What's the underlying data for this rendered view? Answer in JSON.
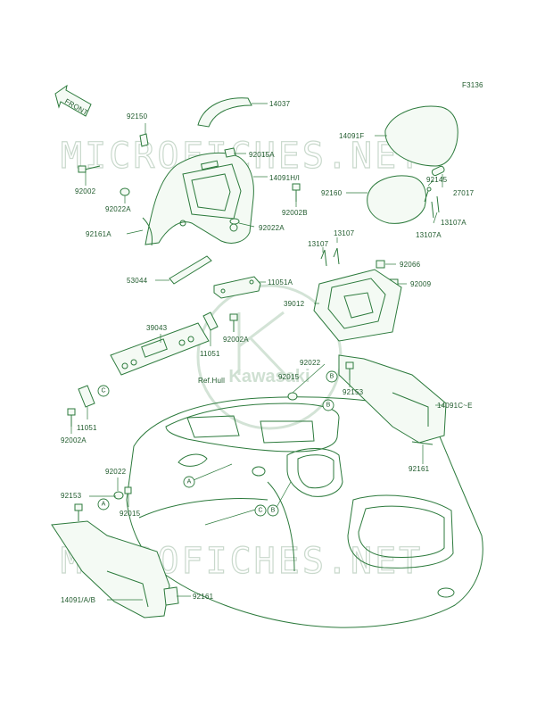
{
  "figure_code": "F3136",
  "front_label": "FRONT",
  "watermark": {
    "text_top": "MICROFICHES.NET",
    "text_bottom": "MICROFICHES.NET",
    "brand": "Kawasaki"
  },
  "reference_note": "Ref.Hull",
  "callouts": [
    "A",
    "B",
    "C"
  ],
  "parts": {
    "p14037": "14037",
    "p92150": "92150",
    "p92015A": "92015A",
    "p14091HI": "14091H/I",
    "p92002": "92002",
    "p92022A_left": "92022A",
    "p92002B": "92002B",
    "p92022A_right": "92022A",
    "p92161A": "92161A",
    "p14091F": "14091F",
    "p92160": "92160",
    "p92145": "92145",
    "p27017": "27017",
    "p13107A_1": "13107A",
    "p13107A_2": "13107A",
    "p13107_1": "13107",
    "p13107_2": "13107",
    "p92066": "92066",
    "p92009": "92009",
    "p39012": "39012",
    "p53044": "53044",
    "p11051A": "11051A",
    "p39043": "39043",
    "p92002A_mid": "92002A",
    "p11051_mid": "11051",
    "p92022_mid": "92022",
    "p92015_mid": "92015",
    "p92153_mid": "92153",
    "p14091CE": "14091C~E",
    "p11051_left": "11051",
    "p92002A_left": "92002A",
    "p92161": "92161",
    "p92022_low": "92022",
    "p92153_low": "92153",
    "p92015_low": "92015",
    "p14091AB": "14091/A/B",
    "p92161_low": "92161"
  }
}
